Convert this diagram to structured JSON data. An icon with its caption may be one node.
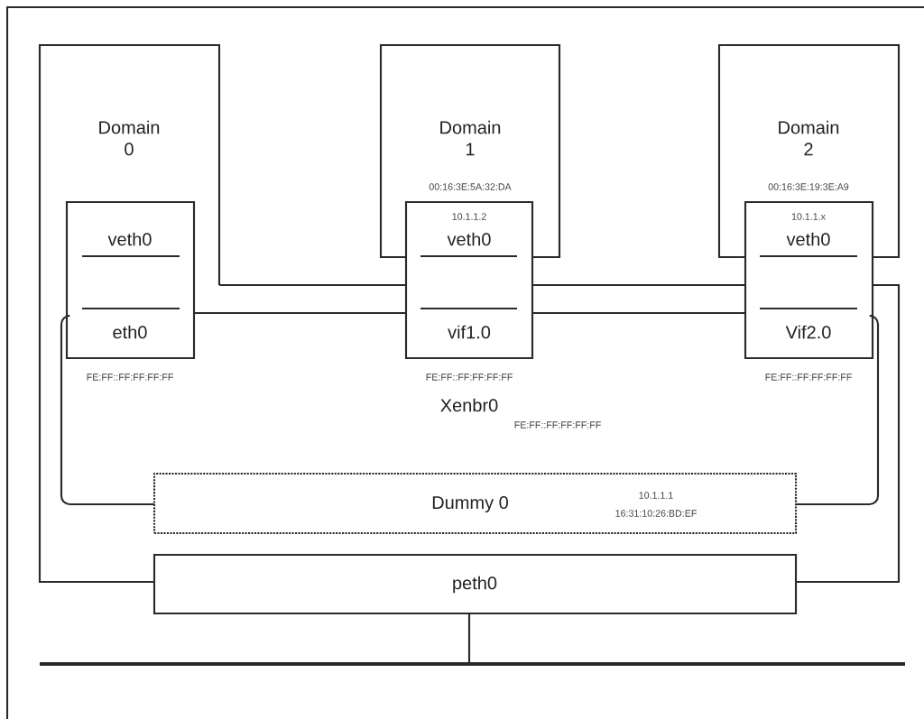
{
  "diagram": {
    "nodes": [
      {
        "text": [
          "Domain 0"
        ]
      },
      {
        "text": [
          "veth0",
          "eth0"
        ],
        "beside": [
          "FE:FF::FF:FF:FF:FF"
        ]
      },
      {
        "text": [
          "Domain 1",
          "00:16:3E:5A:32:DA"
        ]
      },
      {
        "text": [
          "10.1.1.2",
          "veth0",
          "vif1.0"
        ],
        "beside": [
          "FE:FF::FF:FF:FF:FF"
        ]
      },
      {
        "text": [
          "Domain 2",
          "00:16:3E:19:3E:A9"
        ]
      },
      {
        "text": [
          "10.1.1.x",
          "veth0",
          "Vif2.0"
        ],
        "beside": [
          "FE:FF::FF:FF:FF:FF"
        ]
      },
      {
        "text": [
          "Dummy 0",
          "10.1.1.1",
          "16:31:10:26:BD:EF"
        ]
      },
      {
        "text": [
          "peth0"
        ]
      },
      {
        "text": [],
        "shape": "bar"
      }
    ],
    "edges": [
      {
        "from": 7,
        "to": 0,
        "arrow": "none"
      },
      {
        "from": 0,
        "to": 3,
        "arrow": "none"
      },
      {
        "from": 3,
        "to": 5,
        "arrow": "none"
      },
      {
        "from": 5,
        "to": 7,
        "arrow": "none"
      },
      {
        "from": 1,
        "to": 3,
        "arrow": "none"
      },
      {
        "from": 3,
        "to": 5,
        "arrow": "none"
      },
      {
        "from": 1,
        "to": 6,
        "arrow": "none"
      },
      {
        "from": 5,
        "to": 6,
        "arrow": "none"
      },
      {
        "from": 7,
        "to": 8,
        "arrow": "none"
      }
    ],
    "labels": [
      "Xenbr0",
      "FE:FF::FF:FF:FF:FF"
    ]
  }
}
